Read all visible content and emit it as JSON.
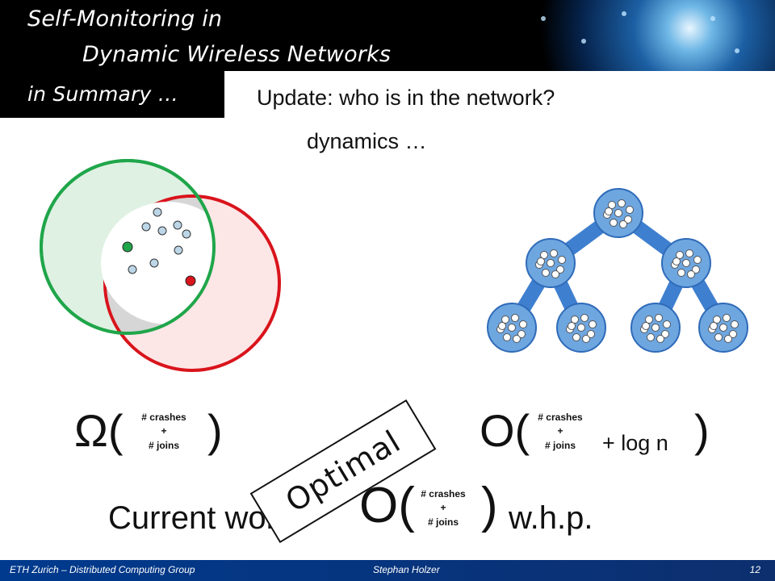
{
  "header": {
    "title_line1": "Self-Monitoring in",
    "title_line2": "Dynamic Wireless Networks",
    "title_line3": "in Summary …"
  },
  "content": {
    "subtitle": "Update: who is in the network?",
    "dynamics": "dynamics …",
    "lower_bound": {
      "prefix": "Ω(",
      "suffix": ")",
      "frac_top": "# crashes",
      "frac_plus": "+",
      "frac_bottom": "# joins"
    },
    "upper_bound": {
      "prefix": "O(",
      "suffix": ")",
      "frac_top": "# crashes",
      "frac_plus": "+",
      "frac_bottom": "# joins",
      "extra": "+ log n"
    },
    "current_work": {
      "label": "Current work:",
      "prefix": "O(",
      "suffix": ")",
      "frac_top": "# crashes",
      "frac_plus": "+",
      "frac_bottom": "# joins",
      "tail": "w.h.p."
    },
    "stamp": "Optimal"
  },
  "footer": {
    "left": "ETH Zurich – Distributed Computing Group",
    "middle": "Stephan Holzer",
    "page": "12"
  },
  "colors": {
    "green": "#1fa64a",
    "red": "#d9141c",
    "tree_node": "#6ea6e0",
    "footer_bg": "#003a8e"
  }
}
